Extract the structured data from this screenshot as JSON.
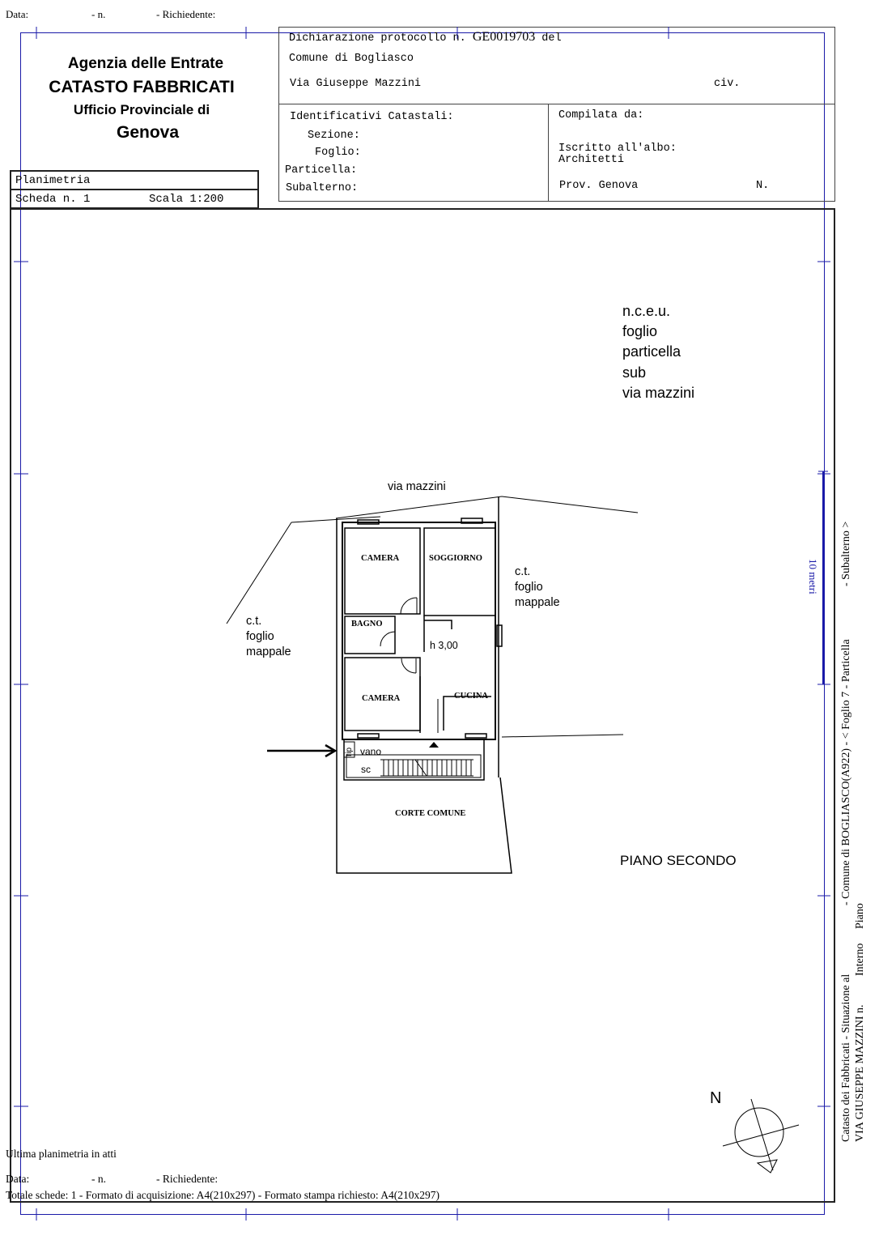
{
  "top": {
    "data": "Data:",
    "n": "- n.",
    "richiedente": "- Richiedente:"
  },
  "agency": {
    "line1": "Agenzia delle Entrate",
    "line2": "CATASTO FABBRICATI",
    "line3": "Ufficio Provinciale di",
    "line4": "Genova"
  },
  "planimetria": {
    "title": "Planimetria",
    "scheda": "Scheda n. 1",
    "scala": "Scala 1:200"
  },
  "header": {
    "dichiarazione": "Dichiarazione protocollo n.",
    "protocollo": "GE0019703",
    "del": "del",
    "comune": "Comune di Bogliasco",
    "via": "Via Giuseppe Mazzini",
    "civ": "civ.",
    "identificativi": "Identificativi Catastali:",
    "sezione": "Sezione:",
    "foglio": "Foglio:",
    "particella": "Particella:",
    "subalterno": "Subalterno:",
    "compilata": "Compilata da:",
    "iscritto": "Iscritto all'albo:",
    "architetti": "Architetti",
    "prov": "Prov. Genova",
    "n": "N."
  },
  "plan": {
    "nceu": [
      "n.c.e.u.",
      "foglio",
      "particella",
      "sub",
      "via mazzini"
    ],
    "street": "via mazzini",
    "ct_right": [
      "c.t.",
      "foglio",
      "mappale"
    ],
    "ct_left": [
      "c.t.",
      "foglio",
      "mappale"
    ],
    "rooms": {
      "camera_top": "CAMERA",
      "soggiorno": "SOGGIORNO",
      "bagno": "BAGNO",
      "height": "h 3,00",
      "camera_bottom": "CAMERA",
      "cucina": "CUCINA",
      "rip": "rip",
      "vano": "vano",
      "sc": "sc",
      "corte": "CORTE COMUNE"
    },
    "floor": "PIANO SECONDO",
    "north": "N"
  },
  "side": {
    "line1": "Catasto dei Fabbricati - Situazione al",
    "line1b": "- Comune di BOGLIASCO(A922) - < Foglio 7 - Particella",
    "line1c": "- Subalterno >",
    "line2": "VIA GIUSEPPE MAZZINI n.",
    "line2b": "Interno",
    "line2c": "Piano",
    "ruler": "10 metri"
  },
  "footer": {
    "ultima": "Ultima planimetria in atti",
    "data": "Data:",
    "n": "- n.",
    "richiedente": "- Richiedente:",
    "totale": "Totale schede: 1 - Formato di acquisizione: A4(210x297)  - Formato stampa richiesto: A4(210x297)"
  }
}
